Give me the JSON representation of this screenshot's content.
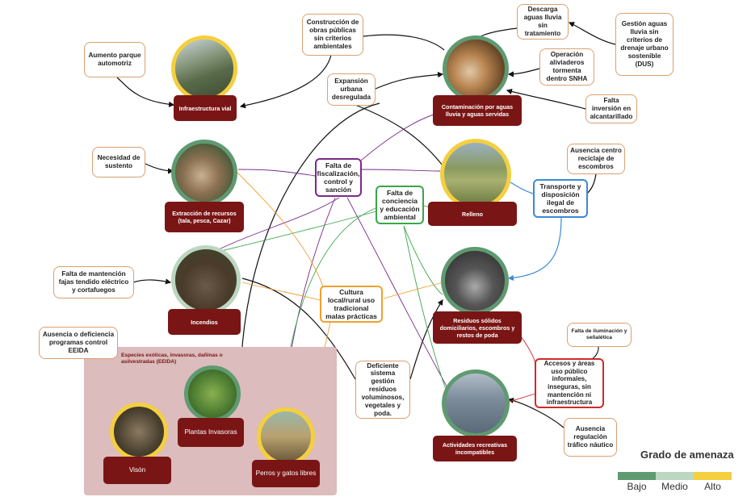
{
  "eeida_label": "Especies exóticas, invasoras, dañinas o asilvestradas (EEIDA)",
  "threats": {
    "infraestructura": "Infraestructura vial",
    "contaminacion": "Contaminación por aguas lluvia y aguas servidas",
    "extraccion": "Extracción de recursos (tala, pesca, Cazar)",
    "relleno": "Relleno",
    "incendios": "Incendios",
    "residuos": "Residuos sólidos domiciliarios, escombros y restos de poda",
    "actividades": "Actividades recreativas incompatibles",
    "vison": "Visón",
    "plantas": "Plantas Invasoras",
    "perros": "Perros y gatos libres"
  },
  "causes": {
    "aumento_parque": "Aumento parque automotriz",
    "construccion": "Construcción de obras públicas sin criterios ambientales",
    "descarga": "Descarga aguas lluvia sin tratamiento",
    "gestion_dus": "Gestión aguas lluvia sin criterios de drenaje urbano sostenible (DUS)",
    "operacion": "Operación aliviaderos tormenta dentro SNHA",
    "expansion": "Expansión urbana desregulada",
    "falta_inversion": "Falta inversión en alcantarillado",
    "necesidad": "Necesidad de sustento",
    "ausencia_centro": "Ausencia centro reciclaje de escombros",
    "falta_mantencion": "Falta de mantención fajas tendido eléctrico y cortafuegos",
    "ausencia_eeida": "Ausencia o deficiencia programas control EEIDA",
    "falta_iluminacion": "Falta de iluminación y señalética",
    "deficiente": "Deficiente sistema gestión residuos voluminosos, vegetales y poda.",
    "ausencia_regulacion": "Ausencia regulación tráfico náutico"
  },
  "hubs": {
    "fiscalizacion": "Falta de fiscalización, control y sanción",
    "conciencia": "Falta de conciencia y educación ambiental",
    "transporte": "Transporte y disposición ilegal de escombros",
    "cultura": "Cultura local/rural uso tradicional malas prácticas",
    "accesos": "Accesos y áreas uso público informales, inseguras, sin mantención ni infraestructura"
  },
  "legend": {
    "title": "Grado de amenaza",
    "levels": [
      {
        "label": "Bajo",
        "color": "#5f9a70"
      },
      {
        "label": "Medio",
        "color": "#bcd7c1"
      },
      {
        "label": "Alto",
        "color": "#f4cf3f"
      }
    ]
  },
  "colors": {
    "threat_box": "#7a1515",
    "cause_border": "#d9a070",
    "fiscalizacion": "#7a2a8a",
    "conciencia": "#3aa64a",
    "transporte": "#3a8ad6",
    "cultura": "#f0a030",
    "accesos": "#d02a2a",
    "eeida_zone": "#dcbcbc"
  }
}
